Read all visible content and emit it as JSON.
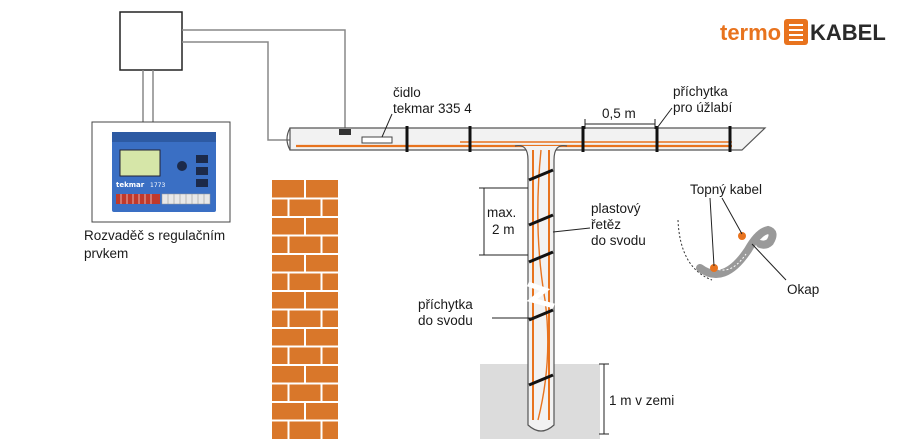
{
  "brand": {
    "part1": "termo",
    "part2": "KABEL",
    "color_orange": "#e8731e",
    "color_dark": "#2a2a2a"
  },
  "labels": {
    "controller_line1": "Rozvaděč s regulačním",
    "controller_line2": "prvkem",
    "sensor_line1": "čidlo",
    "sensor_line2": "tekmar 335 4",
    "spacing": "0,5 m",
    "gutter_clip_line1": "příchytka",
    "gutter_clip_line2": "pro úžlabí",
    "max_line1": "max.",
    "max_line2": "2 m",
    "chain_line1": "plastový",
    "chain_line2": "řetěz",
    "chain_line3": "do svodu",
    "down_clip_line1": "příchytka",
    "down_clip_line2": "do svodu",
    "ground": "1 m v zemi",
    "heating_cable": "Topný kabel",
    "eave": "Okap"
  },
  "device": {
    "brand": "tekmar",
    "model": "1773",
    "color": "#3a6fc4"
  },
  "colors": {
    "cable": "#e8731e",
    "brick": "#d9772a",
    "mortar": "#ffffff",
    "pipe_fill": "#f2f2f2",
    "ground": "#dcdcdc"
  }
}
